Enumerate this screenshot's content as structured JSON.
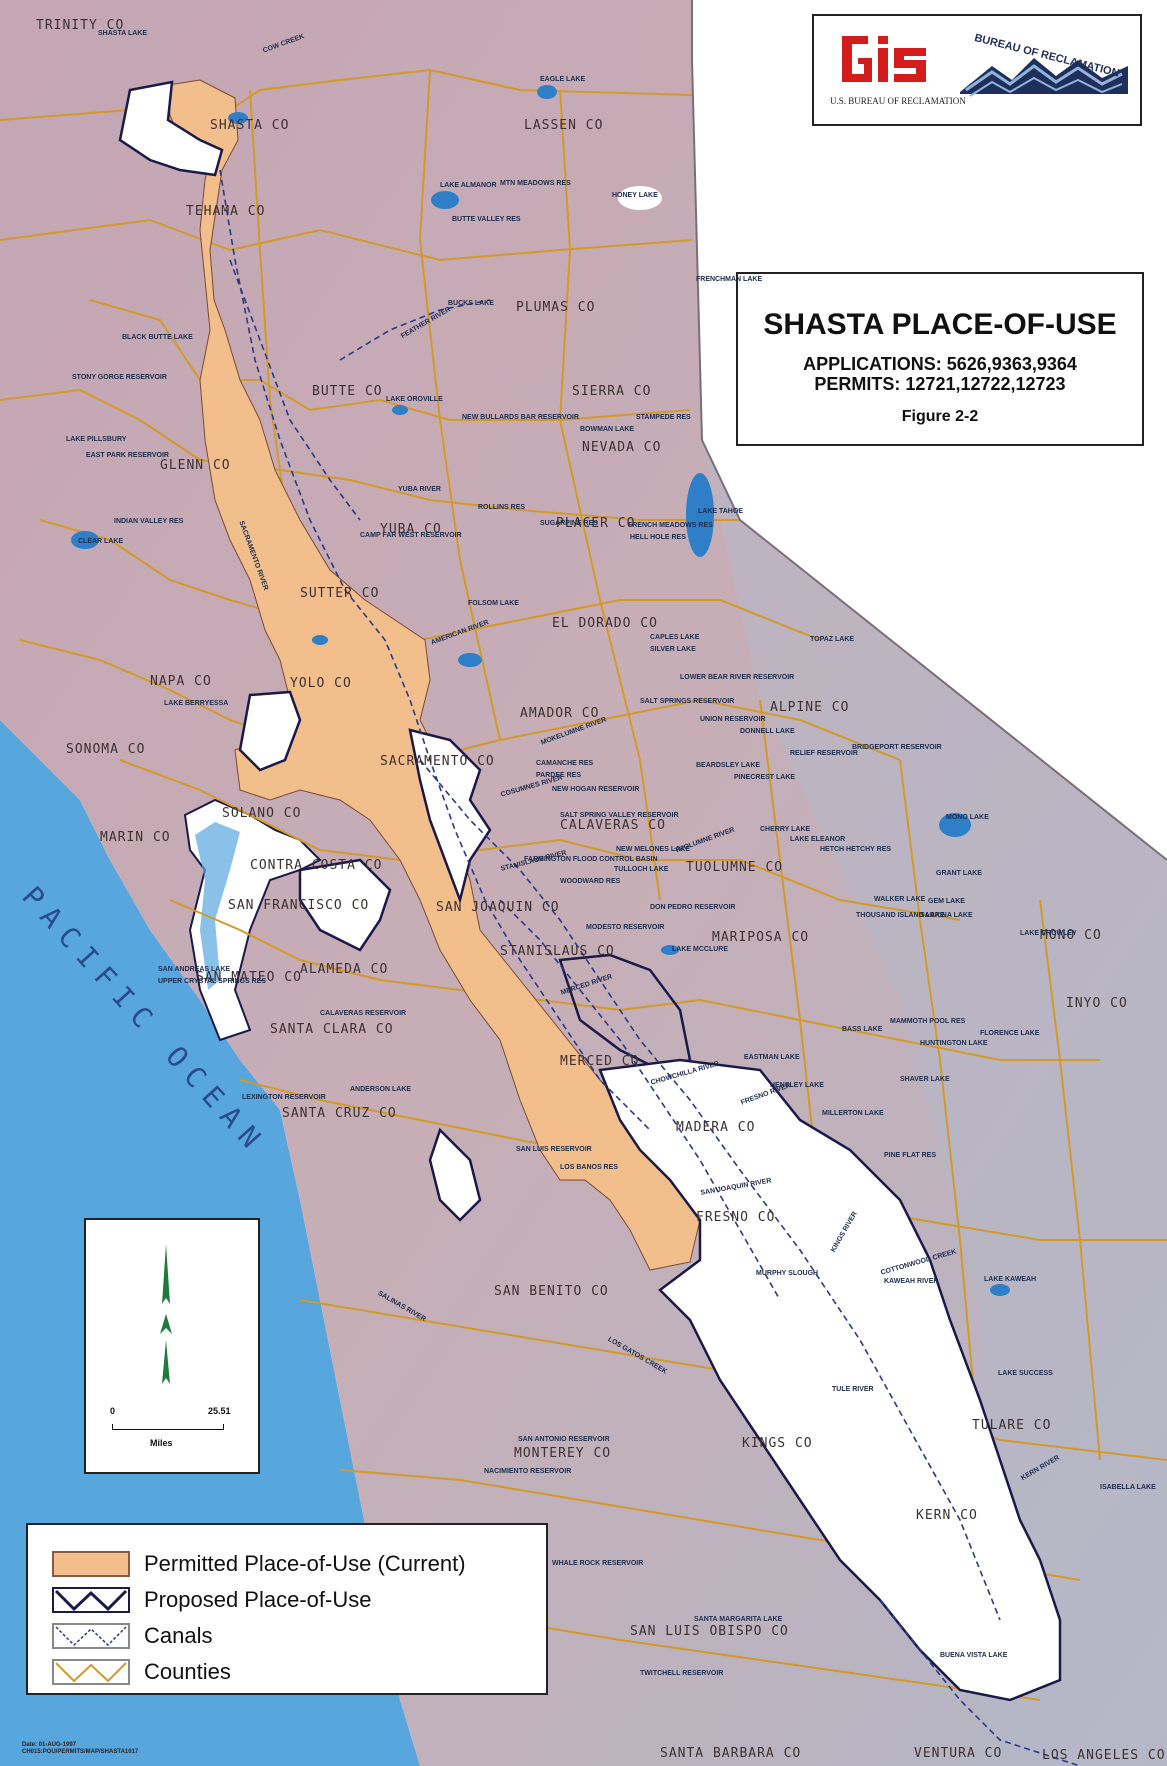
{
  "logo": {
    "gis_text": "GIS",
    "gis_caption": "U.S. BUREAU OF RECLAMATION",
    "bureau_text": "BUREAU OF RECLAMATION"
  },
  "title_block": {
    "title": "SHASTA PLACE-OF-USE",
    "applications": "APPLICATIONS: 5626,9363,9364",
    "permits": "PERMITS: 12721,12722,12723",
    "figure": "Figure 2-2"
  },
  "scale": {
    "zero": "0",
    "max": "25.51",
    "unit": "Miles"
  },
  "legend": [
    {
      "label": "Permitted Place-of-Use (Current)",
      "swatch": "permitted",
      "color": "#f2bf8c"
    },
    {
      "label": "Proposed Place-of-Use",
      "swatch": "proposed",
      "color": "#1a1a4a"
    },
    {
      "label": "Canals",
      "swatch": "canals",
      "color": "#2a3a8a"
    },
    {
      "label": "Counties",
      "swatch": "counties",
      "color": "#d29a2a"
    }
  ],
  "ocean_label": "PACIFIC OCEAN",
  "counties": [
    "TRINITY CO",
    "SHASTA CO",
    "LASSEN CO",
    "TEHAMA CO",
    "PLUMAS CO",
    "BUTTE CO",
    "SIERRA CO",
    "NEVADA CO",
    "GLENN CO",
    "YUBA CO",
    "PLACER CO",
    "SUTTER CO",
    "EL DORADO CO",
    "YOLO CO",
    "NAPA CO",
    "AMADOR CO",
    "SONOMA CO",
    "ALPINE CO",
    "SACRAMENTO CO",
    "SOLANO CO",
    "MARIN CO",
    "CONTRA COSTA CO",
    "SAN JOAQUIN CO",
    "CALAVERAS CO",
    "TUOLUMNE CO",
    "MONO CO",
    "SAN FRANCISCO CO",
    "ALAMEDA CO",
    "STANISLAUS CO",
    "MARIPOSA CO",
    "SAN MATEO CO",
    "SANTA CLARA CO",
    "MERCED CO",
    "INYO CO",
    "SANTA CRUZ CO",
    "MADERA CO",
    "SAN BENITO CO",
    "FRESNO CO",
    "MONTEREY CO",
    "KINGS CO",
    "TULARE CO",
    "KERN CO",
    "SAN LUIS OBISPO CO",
    "SANTA BARBARA CO",
    "VENTURA CO",
    "LOS ANGELES CO"
  ],
  "water_features": [
    "SHASTA LAKE",
    "EAGLE LAKE",
    "LAKE ALMANOR",
    "MTN MEADOWS RES",
    "HONEY LAKE",
    "BUTTE VALLEY RES",
    "FRENCHMAN LAKE",
    "BUCKS LAKE",
    "BLACK BUTTE LAKE",
    "STONY GORGE RESERVOIR",
    "EAST PARK RESERVOIR",
    "LAKE OROVILLE",
    "NEW BULLARDS BAR RESERVOIR",
    "STAMPEDE RES",
    "BOWMAN LAKE",
    "LAKE TAHOE",
    "FRENCH MEADOWS RES",
    "HELL HOLE RES",
    "ROLLINS RES",
    "SUGARPINE RES",
    "CAMP FAR WEST RESERVOIR",
    "INDIAN VALLEY RES",
    "CLEAR LAKE",
    "LAKE BERRYESSA",
    "FOLSOM LAKE",
    "LAKE PILLSBURY",
    "CAPLES LAKE",
    "SILVER LAKE",
    "TOPAZ LAKE",
    "LOWER BEAR RIVER RESERVOIR",
    "SALT SPRINGS RESERVOIR",
    "UNION RESERVOIR",
    "DONNELL LAKE",
    "RELIEF RESERVOIR",
    "BRIDGEPORT RESERVOIR",
    "BEARDSLEY LAKE",
    "PINECREST LAKE",
    "NEW HOGAN RESERVOIR",
    "CAMANCHE RES",
    "PARDEE RES",
    "SALT SPRING VALLEY RESERVOIR",
    "NEW MELONES LAKE",
    "CHERRY LAKE",
    "LAKE ELEANOR",
    "HETCH HETCHY RES",
    "MONO LAKE",
    "GRANT LAKE",
    "WALKER LAKE",
    "GEM LAKE",
    "TULLOCH LAKE",
    "WOODWARD RES",
    "FARMINGTON FLOOD CONTROL BASIN",
    "DON PEDRO RESERVOIR",
    "MODESTO RESERVOIR",
    "LAKE MCCLURE",
    "THOUSAND ISLAND LAKE",
    "SABRINA LAKE",
    "LAKE CROWLEY",
    "BASS LAKE",
    "MAMMOTH POOL RES",
    "HUNTINGTON LAKE",
    "FLORENCE LAKE",
    "EASTMAN LAKE",
    "HENSLEY LAKE",
    "SHAVER LAKE",
    "MILLERTON LAKE",
    "PINE FLAT RES",
    "SAN LUIS RESERVOIR",
    "LOS BANOS RES",
    "SAN ANDREAS LAKE",
    "UPPER CRYSTAL SPRINGS RES",
    "CALAVERAS RESERVOIR",
    "ANDERSON LAKE",
    "LEXINGTON RESERVOIR",
    "LAKE KAWEAH",
    "LAKE SUCCESS",
    "ISABELLA LAKE",
    "SAN ANTONIO RESERVOIR",
    "NACIMIENTO RESERVOIR",
    "WHALE ROCK RESERVOIR",
    "SANTA MARGARITA LAKE",
    "TWITCHELL RESERVOIR",
    "BUENA VISTA LAKE"
  ],
  "rivers": [
    "SACRAMENTO RIVER",
    "FEATHER RIVER",
    "YUBA RIVER",
    "AMERICAN RIVER",
    "SAN JOAQUIN RIVER",
    "STANISLAUS RIVER",
    "TUOLUMNE RIVER",
    "MERCED RIVER",
    "KINGS RIVER",
    "KAWEAH RIVER",
    "TULE RIVER",
    "KERN RIVER",
    "SALINAS RIVER",
    "CHOWCHILLA RIVER",
    "FRESNO RIVER",
    "MOKELUMNE RIVER",
    "COSUMNES RIVER",
    "MURPHY SLOUGH",
    "LOS GATOS CREEK",
    "COTTONWOOD CREEK",
    "COW CREEK"
  ],
  "date_note": [
    "Date: 01-AUG-1997",
    "CH015:POU/PERMITS/MAP/SHASTA1017"
  ],
  "colors": {
    "ocean": "#58a6de",
    "land": "#c9b0b8",
    "land_north": "#c8a7b3",
    "land_east": "#b8b9c7",
    "permitted": "#f2bf8c",
    "proposed_outline": "#1a1a4a",
    "county_line": "#d29a2a",
    "canal": "#2a3a8a",
    "lake": "#2f7fc8"
  }
}
